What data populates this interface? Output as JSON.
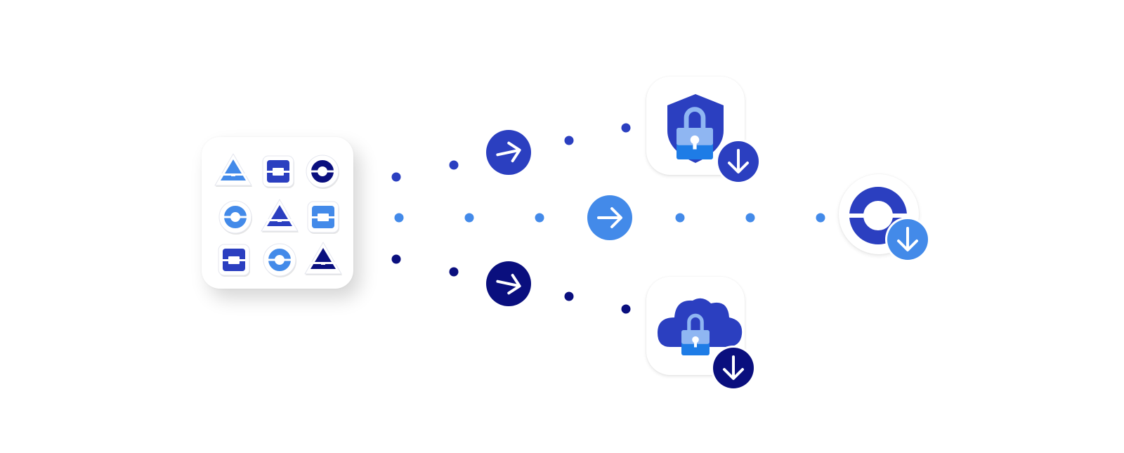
{
  "colors": {
    "royal_blue": "#2b3fc0",
    "navy": "#0a0f7e",
    "light_blue": "#438ae9",
    "lock_light": "#8fb6f2",
    "lock_mid": "#1e7ce6",
    "white": "#ffffff"
  },
  "icon_grid": {
    "items": [
      {
        "shape": "triangle-icon",
        "color": "light_blue"
      },
      {
        "shape": "square-icon",
        "color": "royal_blue"
      },
      {
        "shape": "ring-icon",
        "color": "navy"
      },
      {
        "shape": "ring-icon",
        "color": "light_blue"
      },
      {
        "shape": "triangle-icon",
        "color": "royal_blue"
      },
      {
        "shape": "square-icon",
        "color": "light_blue"
      },
      {
        "shape": "square-icon",
        "color": "royal_blue"
      },
      {
        "shape": "ring-icon",
        "color": "light_blue"
      },
      {
        "shape": "triangle-icon",
        "color": "navy"
      }
    ]
  },
  "flows": [
    {
      "name": "top-flow",
      "color": "royal_blue",
      "badge_icon": "arrow-right-icon",
      "target": "shield-lock-icon",
      "target_badge": "download-arrow-icon"
    },
    {
      "name": "middle-flow",
      "color": "light_blue",
      "badge_icon": "arrow-right-icon",
      "target": "ring-logo-icon",
      "target_badge": "download-arrow-icon"
    },
    {
      "name": "bottom-flow",
      "color": "navy",
      "badge_icon": "arrow-right-icon",
      "target": "cloud-lock-icon",
      "target_badge": "download-arrow-icon"
    }
  ]
}
